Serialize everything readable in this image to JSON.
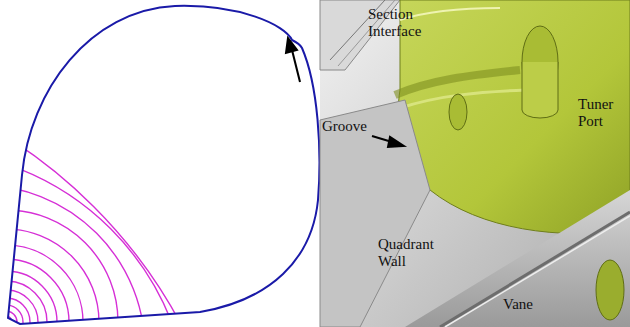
{
  "diagram": {
    "labels": [
      "Section Interface",
      "Groove",
      "Tuner Port",
      "Quadrant Wall",
      "Vane"
    ]
  }
}
